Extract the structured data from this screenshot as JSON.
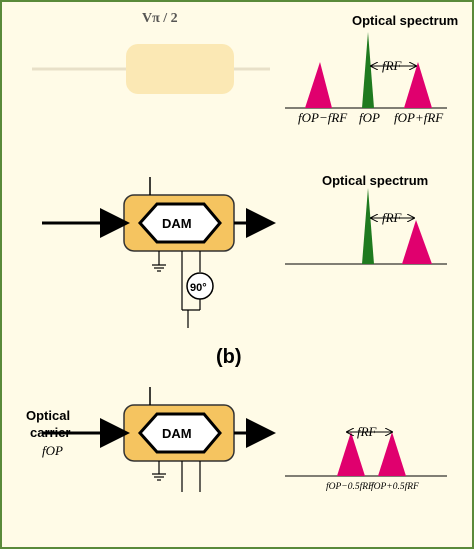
{
  "panel_a": {
    "bias_label": "Vπ / 2",
    "spectrum_title": "Optical spectrum",
    "spacing_label": "fRF",
    "left_sideband": "fOP−fRF",
    "carrier": "fOP",
    "right_sideband": "fOP+fRF"
  },
  "panel_b": {
    "device_label": "DAM",
    "phase_shift": "90°",
    "spectrum_title": "Optical spectrum",
    "spacing_label": "fRF",
    "caption": "(b)"
  },
  "panel_c": {
    "input_line1": "Optical",
    "input_line2": "carrier",
    "input_freq": "fOP",
    "device_label": "DAM",
    "spacing_label": "fRF",
    "left_sideband": "fOP−0.5fRF",
    "right_sideband": "fOP+0.5fRF"
  },
  "colors": {
    "sideband": "#e0006e",
    "carrier": "#1f7a1f",
    "box_fill": "#f5c460",
    "box_stroke": "#333333"
  }
}
